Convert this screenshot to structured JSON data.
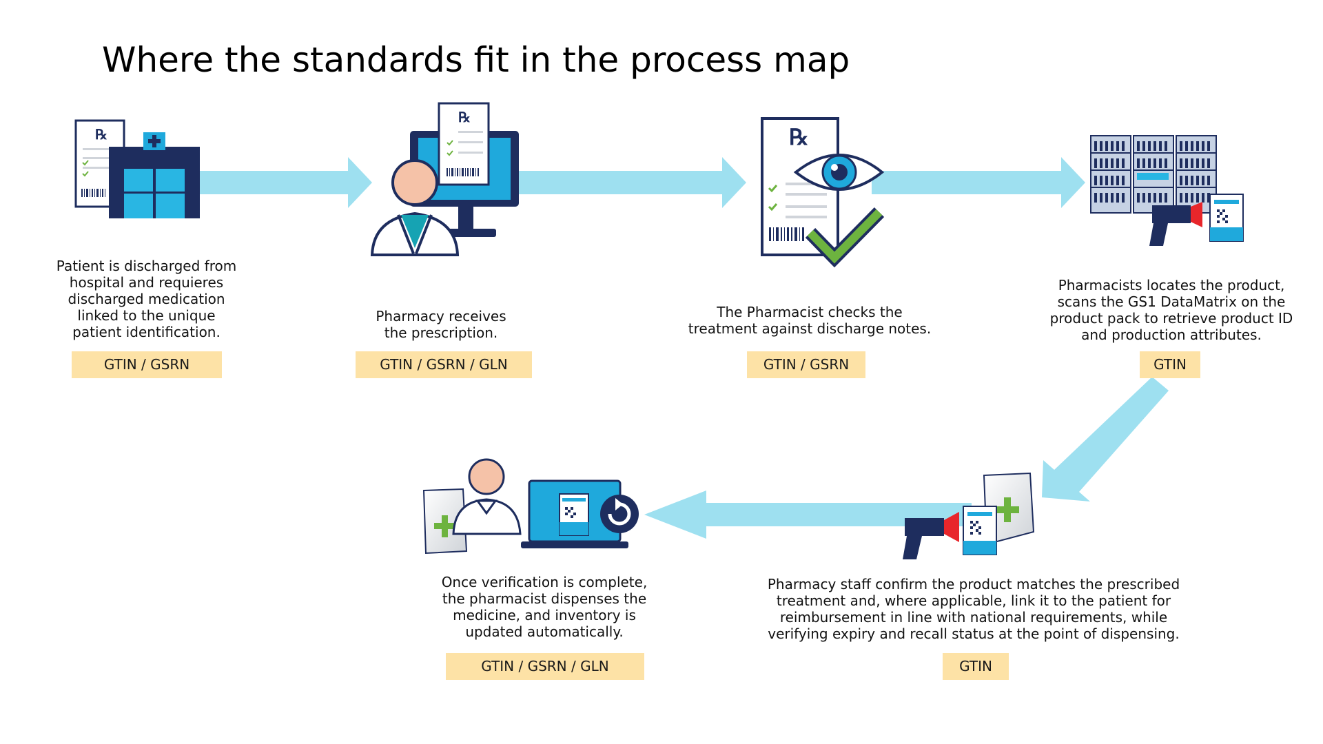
{
  "title": "Where the standards fit in the process map",
  "colors": {
    "arrow": "#9ee0f0",
    "badge": "#fde2a6",
    "navy": "#1e2d5e",
    "cyan": "#1fa9dc",
    "green": "#6db33f",
    "skin": "#f5c2a8"
  },
  "steps": [
    {
      "icon": "hospital-prescription-icon",
      "description": "Patient is discharged from\nhospital and requieres\ndischarged medication\nlinked to the unique\npatient identification.",
      "standards": "GTIN / GSRN"
    },
    {
      "icon": "pharmacist-computer-icon",
      "description": "Pharmacy receives\nthe prescription.",
      "standards": "GTIN / GSRN / GLN"
    },
    {
      "icon": "prescription-check-icon",
      "description": "The Pharmacist checks the\ntreatment against discharge notes.",
      "standards": "GTIN / GSRN"
    },
    {
      "icon": "shelves-scanner-icon",
      "description": "Pharmacists locates the product,\nscans the GS1 DataMatrix on the\nproduct pack to retrieve product ID\nand production attributes.",
      "standards": "GTIN"
    },
    {
      "icon": "scanner-medicine-icon",
      "description": "Pharmacy staff confirm the product matches the prescribed\ntreatment and, where applicable, link it to the patient for\nreimbursement in line with national requirements, while\nverifying expiry and recall status at the point of dispensing.",
      "standards": "GTIN"
    },
    {
      "icon": "dispense-inventory-icon",
      "description": "Once verification is complete,\nthe pharmacist dispenses the\nmedicine, and inventory is\nupdated automatically.",
      "standards": "GTIN / GSRN / GLN"
    }
  ]
}
